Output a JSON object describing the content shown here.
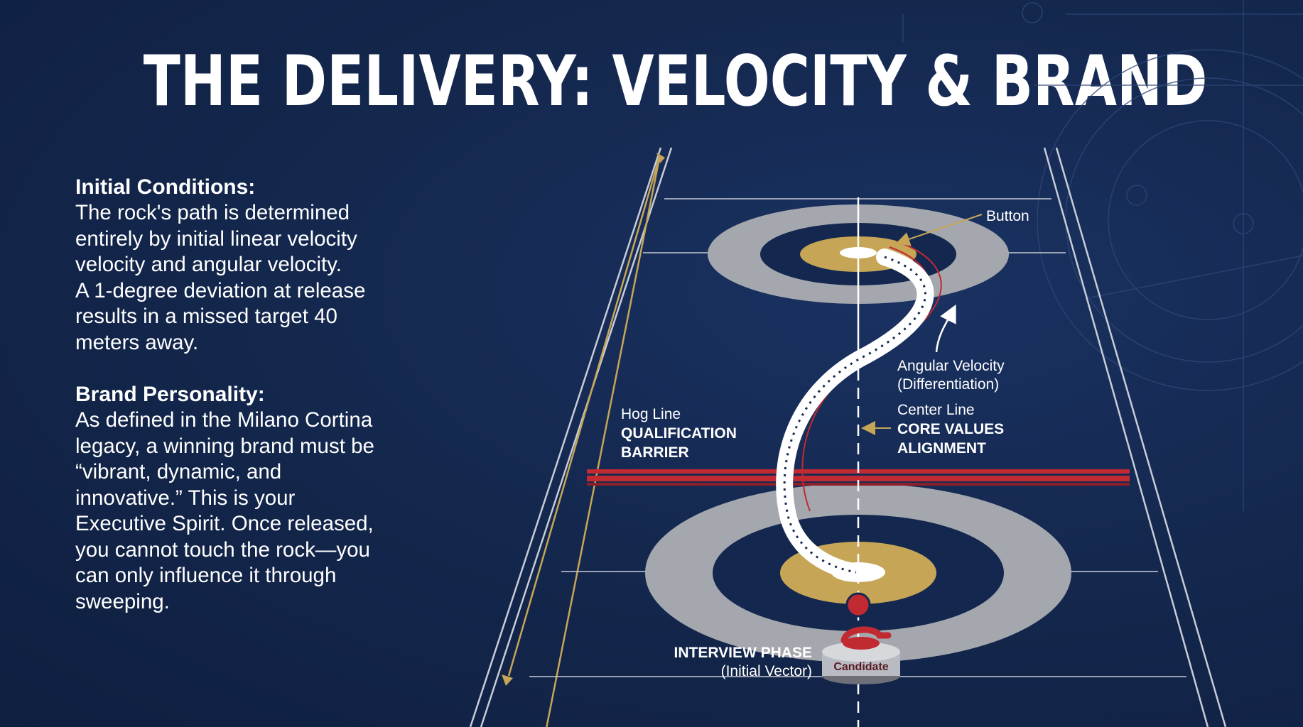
{
  "title": "THE DELIVERY: VELOCITY & BRAND",
  "initial_conditions": {
    "heading": "Initial Conditions:",
    "body": "The rock's path is determined\nentirely by initial linear velocity\nvelocity and angular velocity.\nA 1-degree deviation at release\nresults in a missed target 40\nmeters away."
  },
  "brand_personality": {
    "heading": "Brand Personality:",
    "body": "As defined in the Milano Cortina\nlegacy, a winning brand must be\n“vibrant, dynamic, and\ninnovative.” This is your\nExecutive Spirit. Once released,\nyou cannot touch the rock—you\ncan only influence it through\nsweeping."
  },
  "diagram": {
    "button_label": "Button",
    "angular_velocity_line1": "Angular Velocity",
    "angular_velocity_line2": "(Differentiation)",
    "hog_line_label": "Hog Line",
    "hog_line_line1": "QUALIFICATION",
    "hog_line_line2": "BARRIER",
    "center_line_label": "Center Line",
    "center_line_line1": "CORE VALUES",
    "center_line_line2": "ALIGNMENT",
    "interview_phase_line1": "INTERVIEW PHASE",
    "interview_phase_line2": "(Initial Vector)",
    "candidate_label": "Candidate"
  },
  "colors": {
    "background": "#14284f",
    "ring_gray": "#a4a7ad",
    "ring_gold": "#c6a656",
    "hog_red": "#c22a32",
    "arrow_gold": "#c6a656"
  }
}
